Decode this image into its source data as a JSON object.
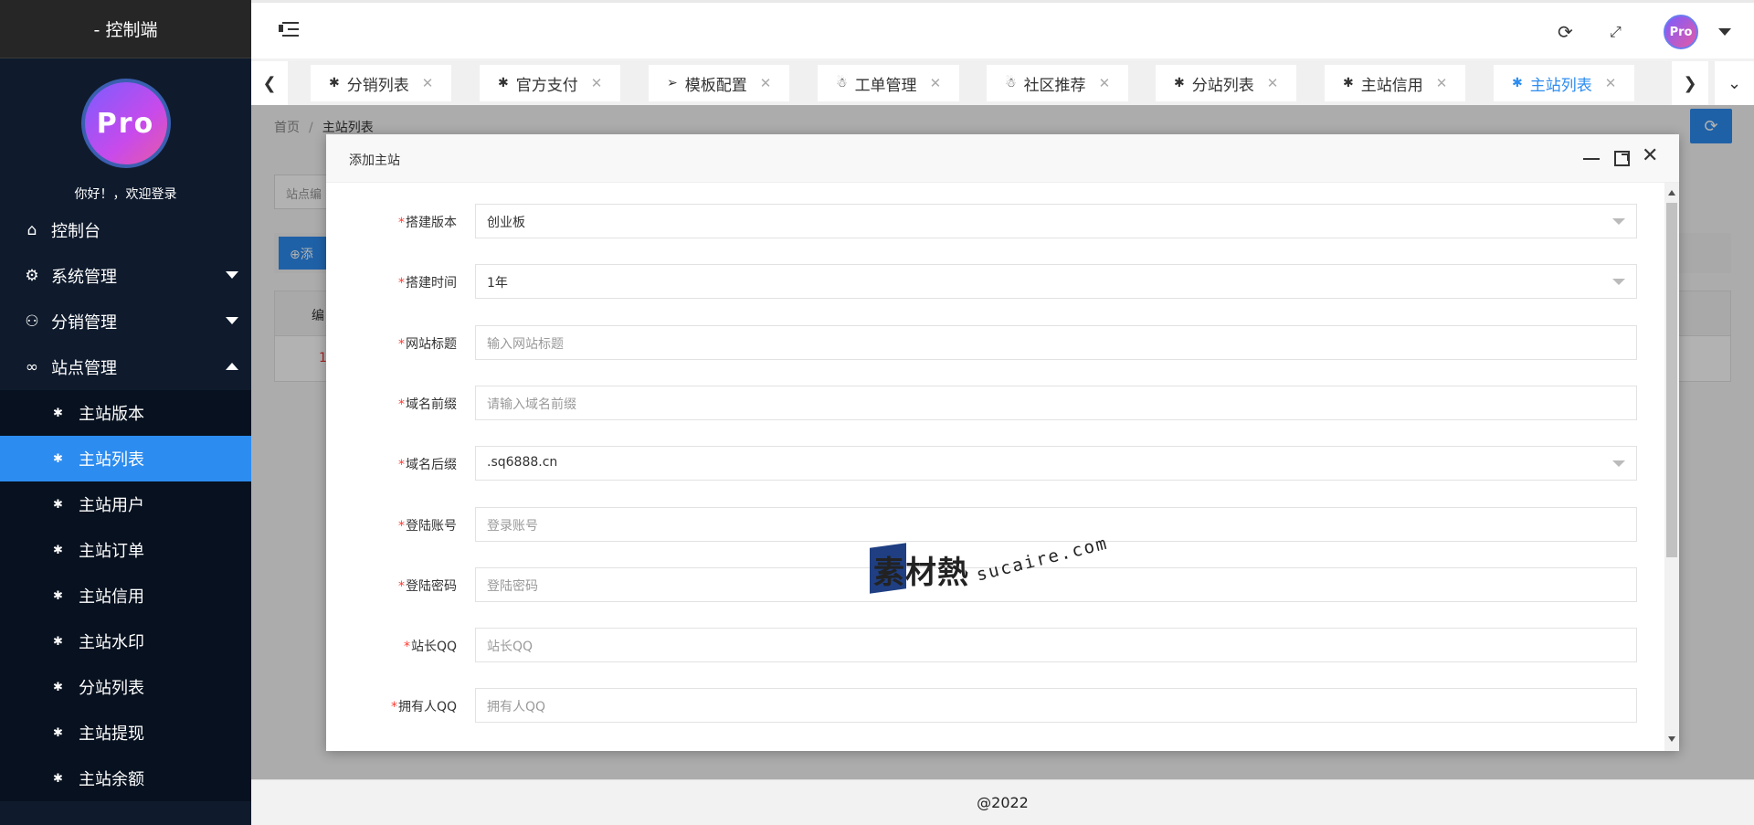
{
  "app": {
    "brand_title": "- 控制端",
    "avatar_text": "Pro",
    "welcome": "你好！，欢迎登录"
  },
  "sidebar": {
    "items": [
      {
        "label": "控制台",
        "icon": "home-icon"
      },
      {
        "label": "系统管理",
        "icon": "gear-icon",
        "expandable": true,
        "expanded": false
      },
      {
        "label": "分销管理",
        "icon": "user-icon",
        "expandable": true,
        "expanded": false
      },
      {
        "label": "站点管理",
        "icon": "link-icon",
        "expandable": true,
        "expanded": true
      }
    ],
    "subitems": [
      {
        "label": "主站版本",
        "active": false
      },
      {
        "label": "主站列表",
        "active": true
      },
      {
        "label": "主站用户",
        "active": false
      },
      {
        "label": "主站订单",
        "active": false
      },
      {
        "label": "主站信用",
        "active": false
      },
      {
        "label": "主站水印",
        "active": false
      },
      {
        "label": "分站列表",
        "active": false
      },
      {
        "label": "主站提现",
        "active": false
      },
      {
        "label": "主站余额",
        "active": false
      }
    ]
  },
  "header": {
    "avatar_text": "Pro"
  },
  "tabs": [
    {
      "label": "分销列表",
      "icon": "palm-icon",
      "active": false
    },
    {
      "label": "官方支付",
      "icon": "palm-icon",
      "active": false
    },
    {
      "label": "模板配置",
      "icon": "paper-plane-icon",
      "active": false
    },
    {
      "label": "工单管理",
      "icon": "users-icon",
      "active": false
    },
    {
      "label": "社区推荐",
      "icon": "users-icon",
      "active": false
    },
    {
      "label": "分站列表",
      "icon": "palm-icon",
      "active": false
    },
    {
      "label": "主站信用",
      "icon": "palm-icon",
      "active": false
    },
    {
      "label": "主站列表",
      "icon": "palm-icon",
      "active": true
    }
  ],
  "page": {
    "breadcrumb_home": "首页",
    "breadcrumb_sep": "/",
    "breadcrumb_current": "主站列表",
    "search_placeholder_partial": "站点编",
    "add_button_partial": "添",
    "table_header_partial": "编",
    "table_cell_partial": "1"
  },
  "modal": {
    "title": "添加主站",
    "fields": [
      {
        "label": "搭建版本",
        "required": true,
        "type": "select",
        "value": "创业板",
        "placeholder": ""
      },
      {
        "label": "搭建时间",
        "required": true,
        "type": "select",
        "value": "1年",
        "placeholder": ""
      },
      {
        "label": "网站标题",
        "required": true,
        "type": "text",
        "value": "",
        "placeholder": "输入网站标题"
      },
      {
        "label": "域名前缀",
        "required": true,
        "type": "text",
        "value": "",
        "placeholder": "请输入域名前缀"
      },
      {
        "label": "域名后缀",
        "required": true,
        "type": "select",
        "value": ".sq6888.cn",
        "placeholder": ""
      },
      {
        "label": "登陆账号",
        "required": true,
        "type": "text",
        "value": "",
        "placeholder": "登录账号"
      },
      {
        "label": "登陆密码",
        "required": true,
        "type": "text",
        "value": "",
        "placeholder": "登陆密码"
      },
      {
        "label": "站长QQ",
        "required": true,
        "type": "text",
        "value": "",
        "placeholder": "站长QQ"
      },
      {
        "label": "拥有人QQ",
        "required": true,
        "type": "text",
        "value": "",
        "placeholder": "拥有人QQ"
      }
    ]
  },
  "watermark": {
    "text": "素材熱",
    "url": "sucaire.com"
  },
  "footer": {
    "text": "@2022"
  },
  "colors": {
    "accent": "#2d8cf0",
    "sidebar_bg": "#0f1b2d",
    "required": "#ff3b30"
  }
}
